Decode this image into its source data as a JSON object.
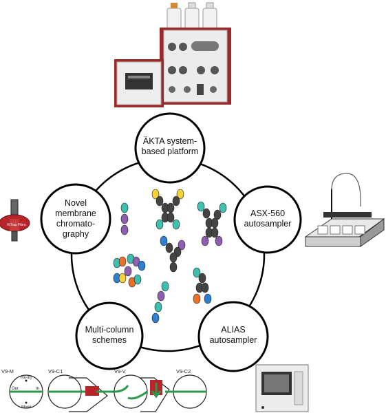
{
  "nodes": {
    "akta": {
      "label_line1": "ÄKTA system-",
      "label_line2": "based platform"
    },
    "asx": {
      "label_line1": "ASX-560",
      "label_line2": "autosampler"
    },
    "alias": {
      "label_line1": "ALIAS",
      "label_line2": "autosampler"
    },
    "multicolumn": {
      "label_line1": "Multi-column",
      "label_line2": "schemes"
    },
    "membrane": {
      "label_line1": "Novel",
      "label_line2": "membrane",
      "label_line3": "chromato-",
      "label_line4": "graphy"
    }
  },
  "schemes": {
    "v9m": "V9-M",
    "v9c1": "V9-C1",
    "v9v": "V9-V",
    "v9c2": "V9-C2",
    "reinj": "Re-inj",
    "out": "Out",
    "in": "In",
    "mixer": "Mixer"
  },
  "membrane_device_text": "HiTrap Fibro",
  "colors": {
    "purple": "#8e5fb0",
    "teal": "#3fbfb0",
    "yellow": "#f2d33b",
    "blue": "#2f7fd0",
    "orange": "#e8722a",
    "green": "#2a9a4a",
    "dark": "#444444",
    "instrument_red": "#9a2a2a"
  }
}
